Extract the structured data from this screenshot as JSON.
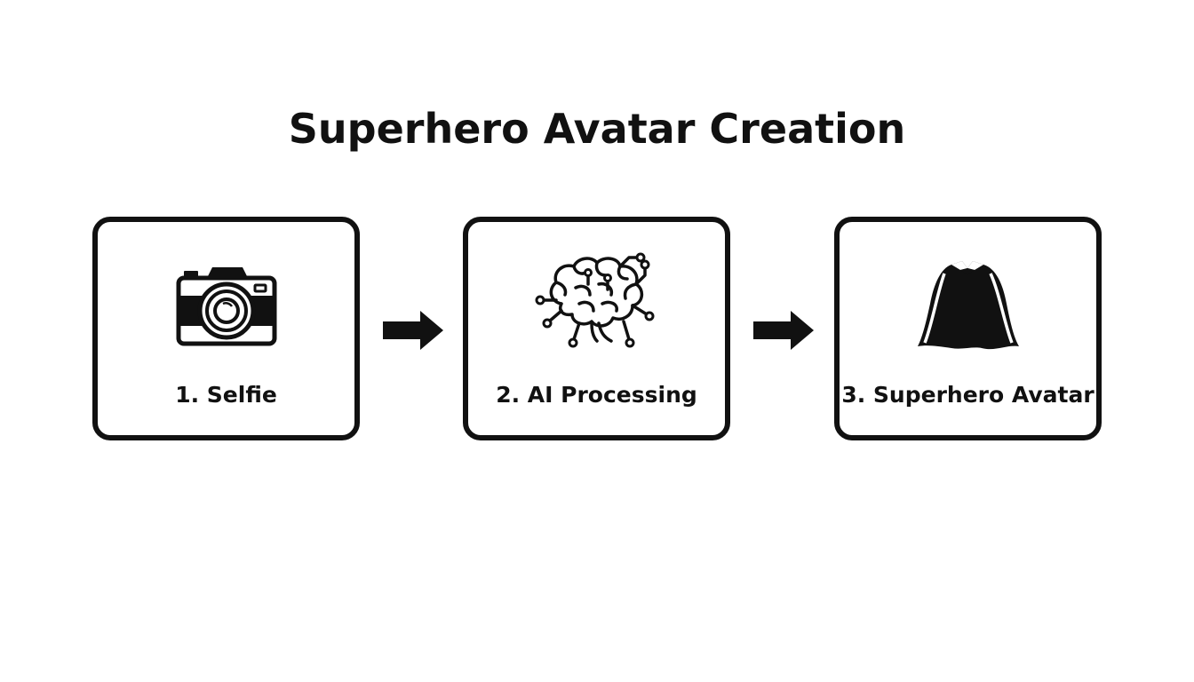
{
  "title": "Superhero Avatar Creation",
  "steps": [
    {
      "label": "1. Selfie",
      "icon": "camera-icon"
    },
    {
      "label": "2. AI Processing",
      "icon": "brain-circuit-icon"
    },
    {
      "label": "3. Superhero Avatar",
      "icon": "cape-icon"
    }
  ],
  "colors": {
    "stroke": "#111111",
    "background": "#ffffff"
  }
}
